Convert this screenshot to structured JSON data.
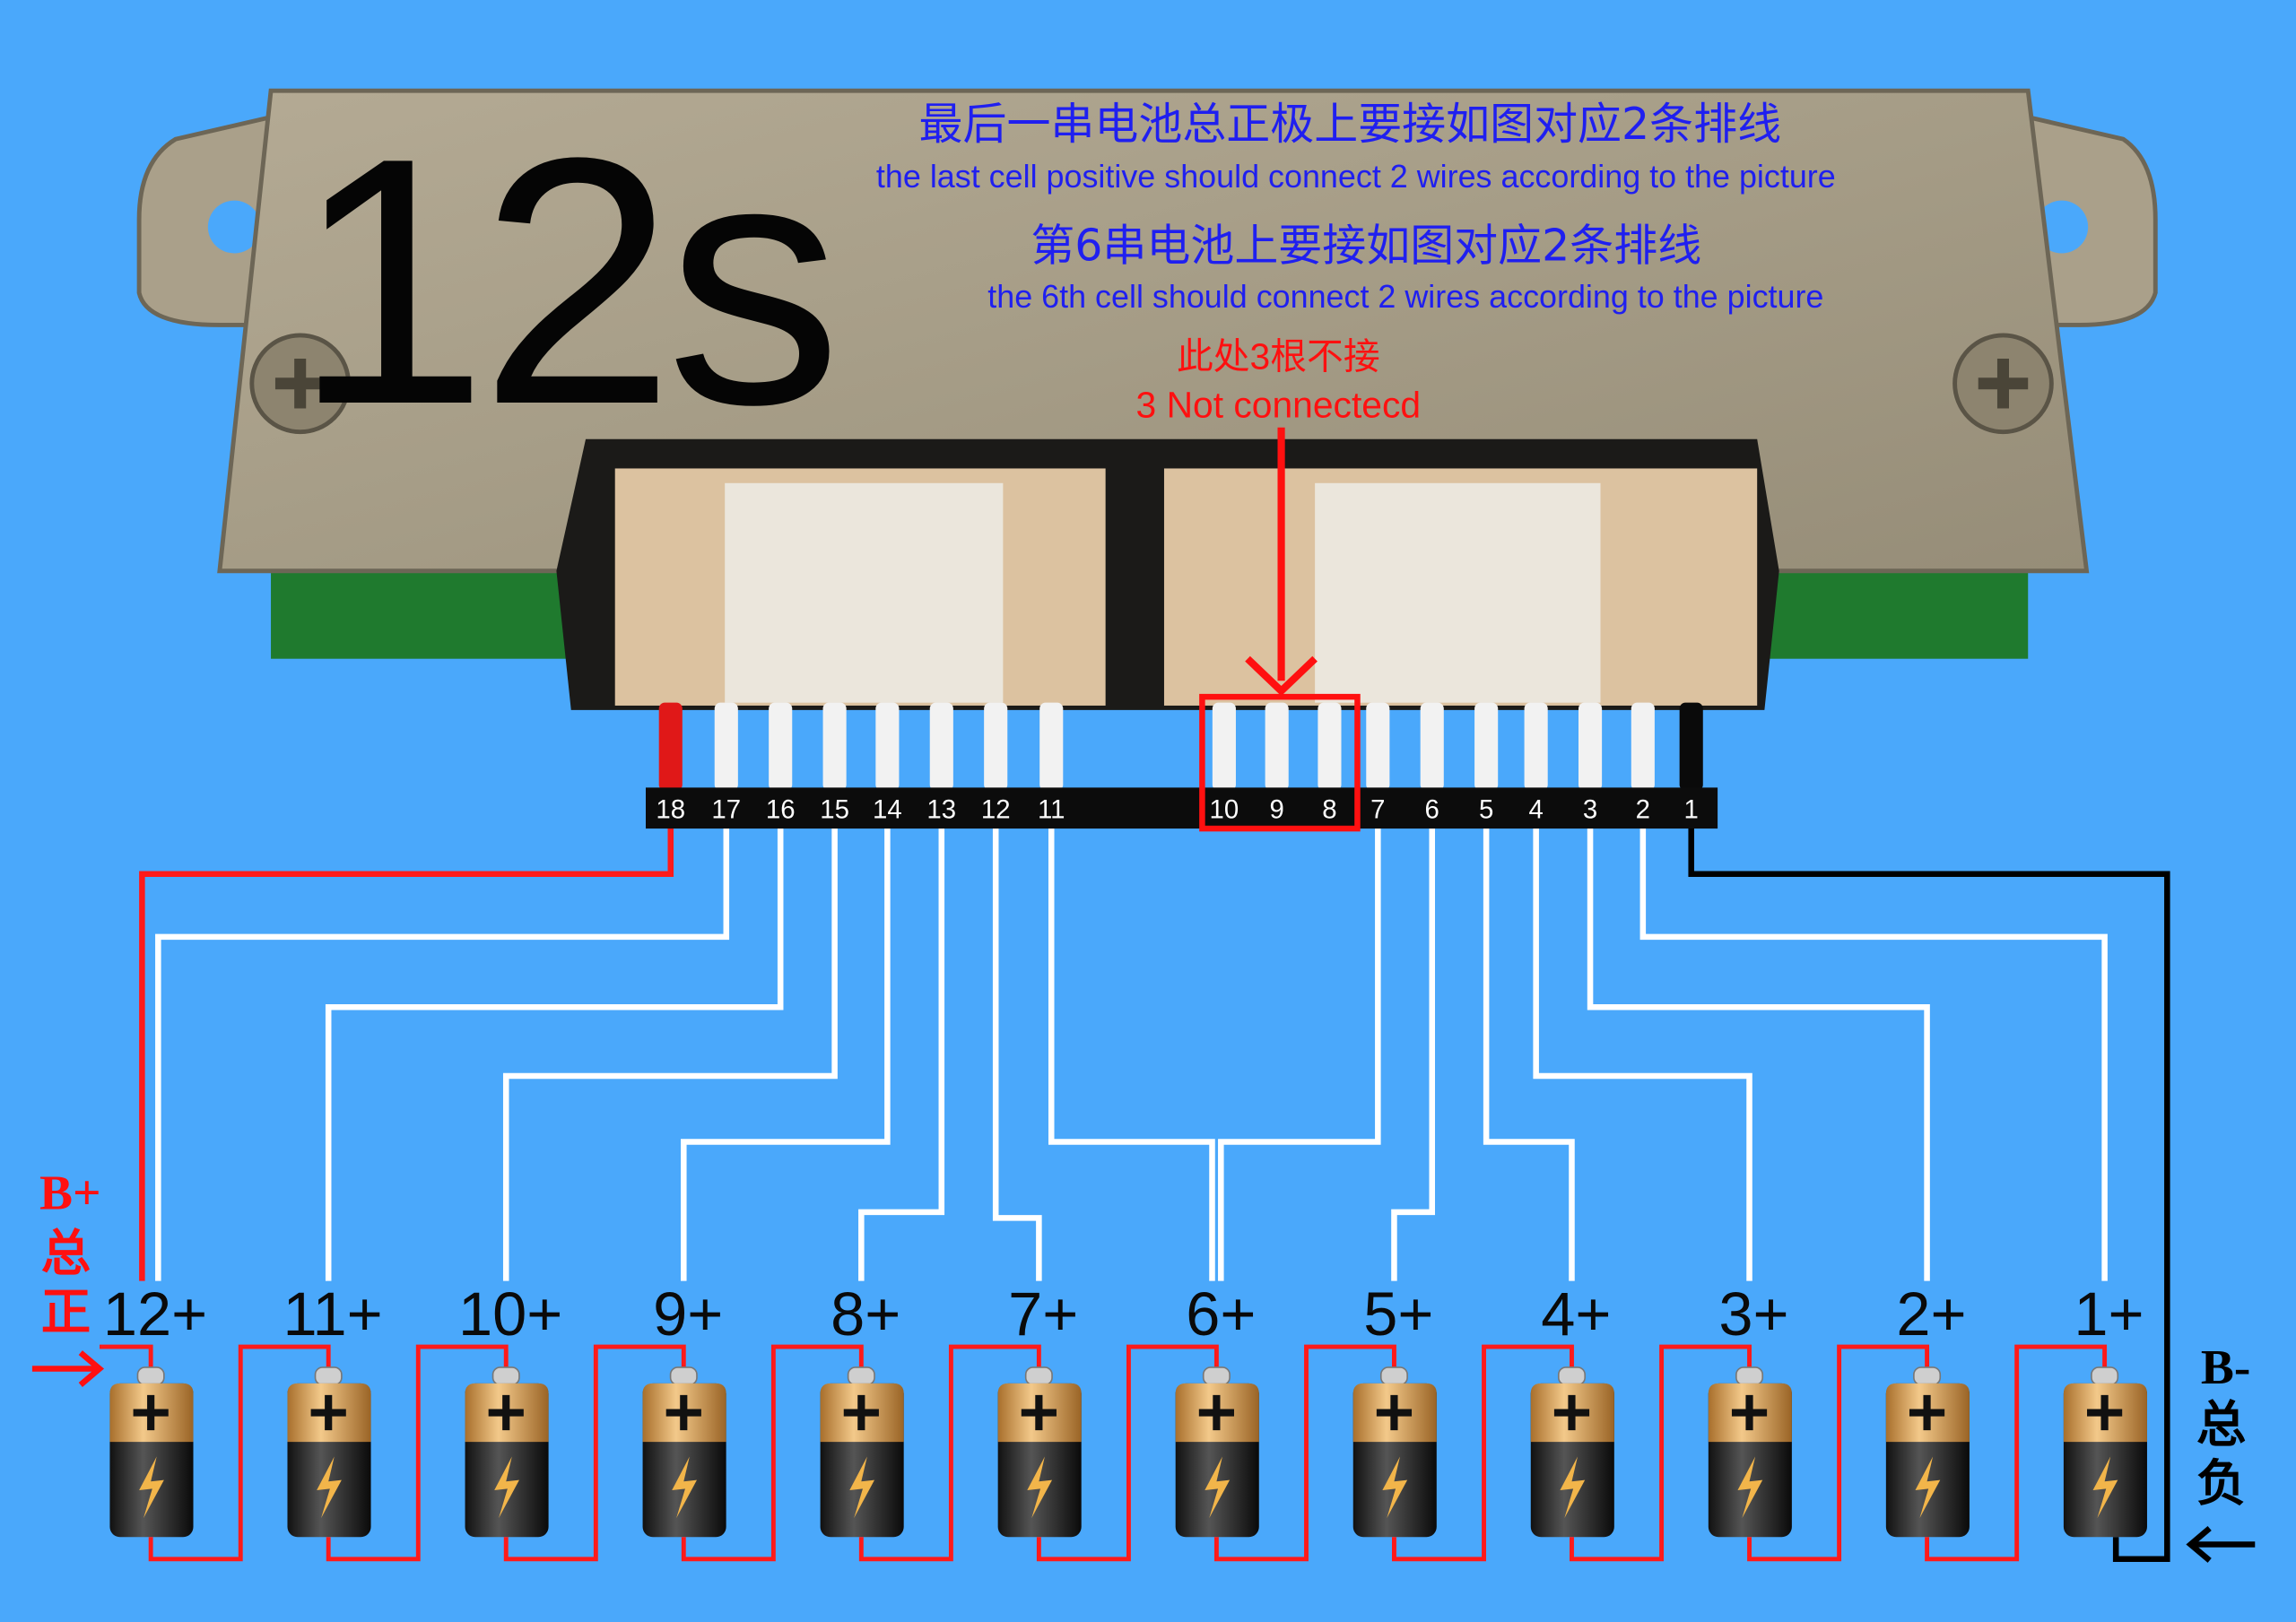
{
  "title": "12s",
  "notes": {
    "line1_cn": "最后一串电池总正极上要接如图对应2条排线",
    "line1_en": "the last cell positive should connect 2 wires according to the picture",
    "line2_cn": "第6串电池上要接如图对应2条排线",
    "line2_en": "the 6th cell should connect 2 wires according to the picture",
    "nc_cn": "此处3根不接",
    "nc_en": "3 Not connectecd"
  },
  "pins": [
    "18",
    "17",
    "16",
    "15",
    "14",
    "13",
    "12",
    "11",
    "10",
    "9",
    "8",
    "7",
    "6",
    "5",
    "4",
    "3",
    "2",
    "1"
  ],
  "cells": [
    "12+",
    "11+",
    "10+",
    "9+",
    "8+",
    "7+",
    "6+",
    "5+",
    "4+",
    "3+",
    "2+",
    "1+"
  ],
  "connections": [
    {
      "pin": "18",
      "cell": "12+",
      "color": "#ff1a1a"
    },
    {
      "pin": "17",
      "cell": "12+",
      "color": "#ffffff"
    },
    {
      "pin": "16",
      "cell": "11+",
      "color": "#ffffff"
    },
    {
      "pin": "15",
      "cell": "10+",
      "color": "#ffffff"
    },
    {
      "pin": "14",
      "cell": "9+",
      "color": "#ffffff"
    },
    {
      "pin": "13",
      "cell": "8+",
      "color": "#ffffff"
    },
    {
      "pin": "12",
      "cell": "7+",
      "color": "#ffffff"
    },
    {
      "pin": "11",
      "cell": "6+",
      "color": "#ffffff"
    },
    {
      "pin": "7",
      "cell": "6+",
      "color": "#ffffff"
    },
    {
      "pin": "6",
      "cell": "5+",
      "color": "#ffffff"
    },
    {
      "pin": "5",
      "cell": "4+",
      "color": "#ffffff"
    },
    {
      "pin": "4",
      "cell": "3+",
      "color": "#ffffff"
    },
    {
      "pin": "3",
      "cell": "2+",
      "color": "#ffffff"
    },
    {
      "pin": "2",
      "cell": "1+",
      "color": "#ffffff"
    },
    {
      "pin": "1",
      "cell": "B-",
      "color": "#000000"
    }
  ],
  "not_connected": [
    "10",
    "9",
    "8"
  ],
  "b_plus": {
    "label": "B+",
    "cn1": "总",
    "cn2": "正"
  },
  "b_minus": {
    "label": "B-",
    "cn1": "总",
    "cn2": "负"
  },
  "colors": {
    "background": "#4aa8fb",
    "note": "#1f1ff0",
    "warning": "#ff1010",
    "series": "#ff1a1a"
  }
}
